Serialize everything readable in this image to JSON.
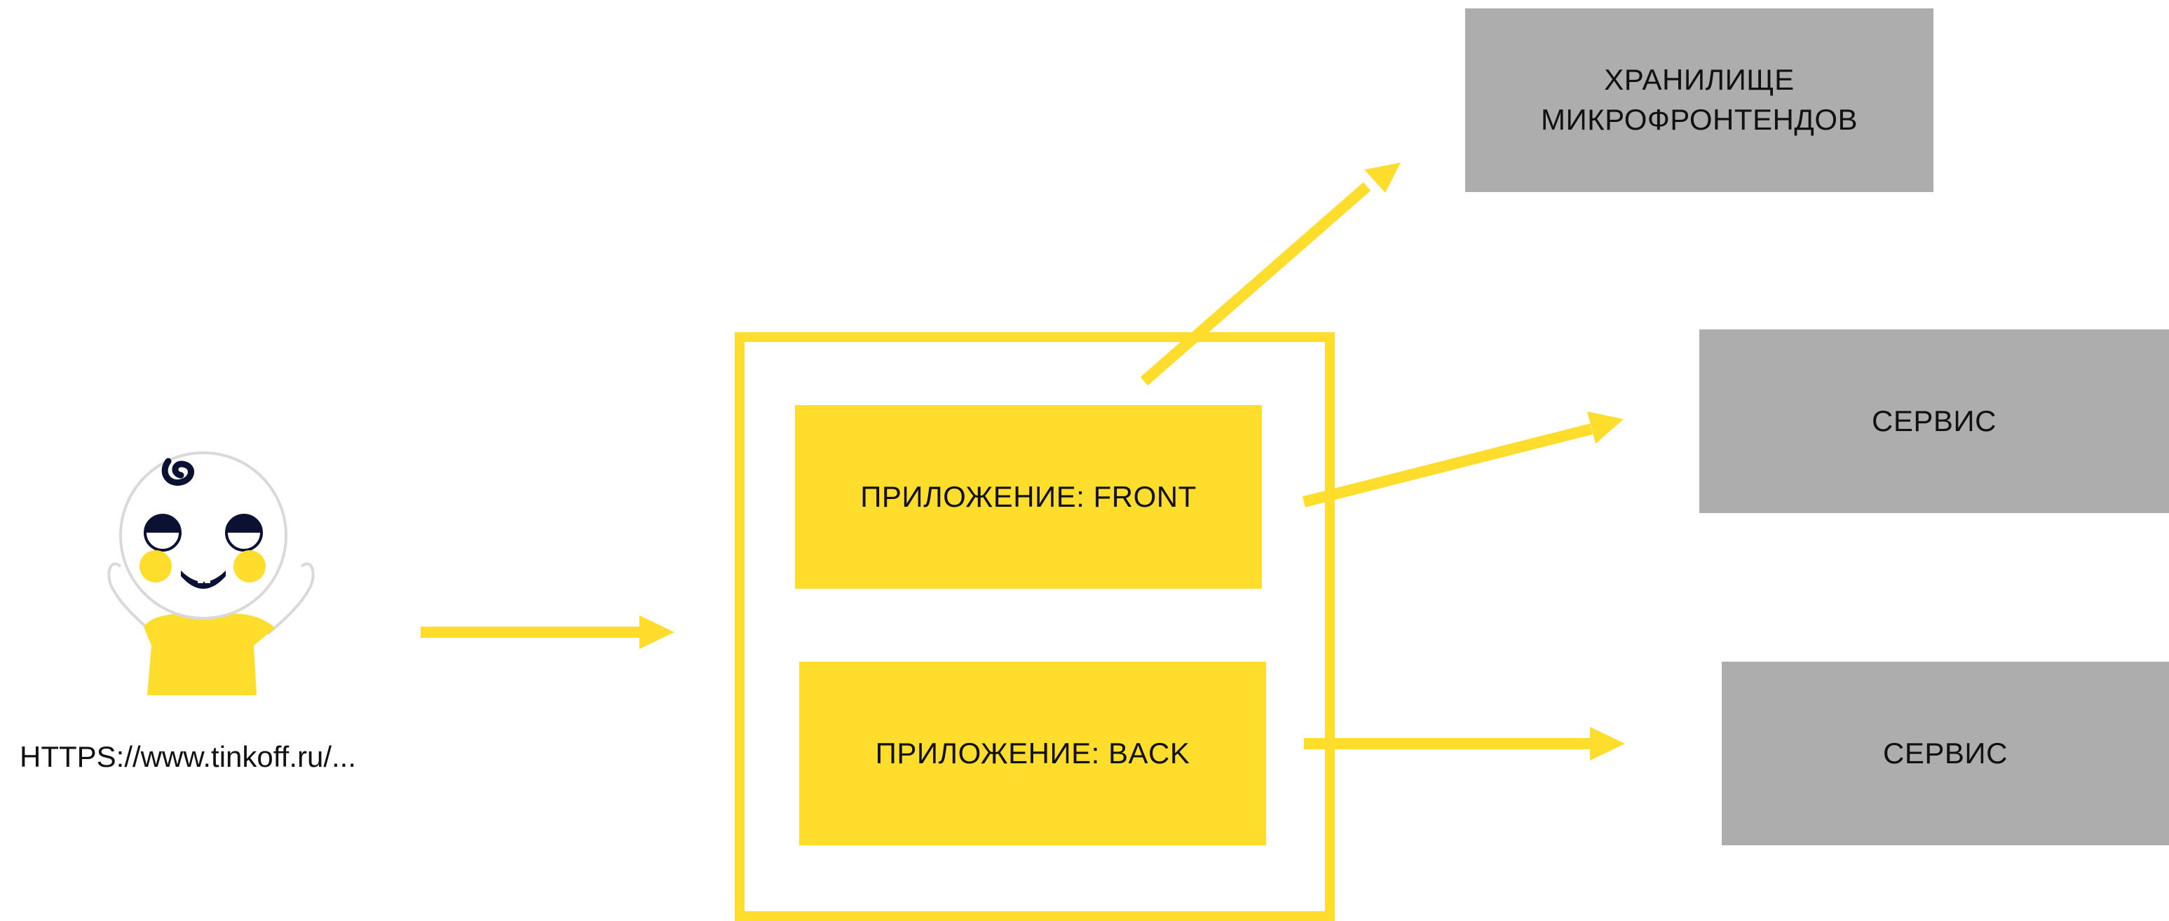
{
  "colors": {
    "accent_yellow": "#ffdd2d",
    "service_grey": "#adadad",
    "text": "#111111",
    "avatar_dark": "#0b1132",
    "avatar_outline": "#d9d9d9"
  },
  "user": {
    "icon": "user-avatar-icon",
    "link_text": "HTTPS://www.tinkoff.ru/..."
  },
  "application": {
    "front_label": "ПРИЛОЖЕНИЕ: FRONT",
    "back_label": "ПРИЛОЖЕНИЕ: BACK"
  },
  "storage": {
    "label_line1": "ХРАНИЛИЩЕ",
    "label_line2": "МИКРОФРОНТЕНДОВ"
  },
  "services": [
    {
      "label": "СЕРВИС"
    },
    {
      "label": "СЕРВИС"
    }
  ]
}
